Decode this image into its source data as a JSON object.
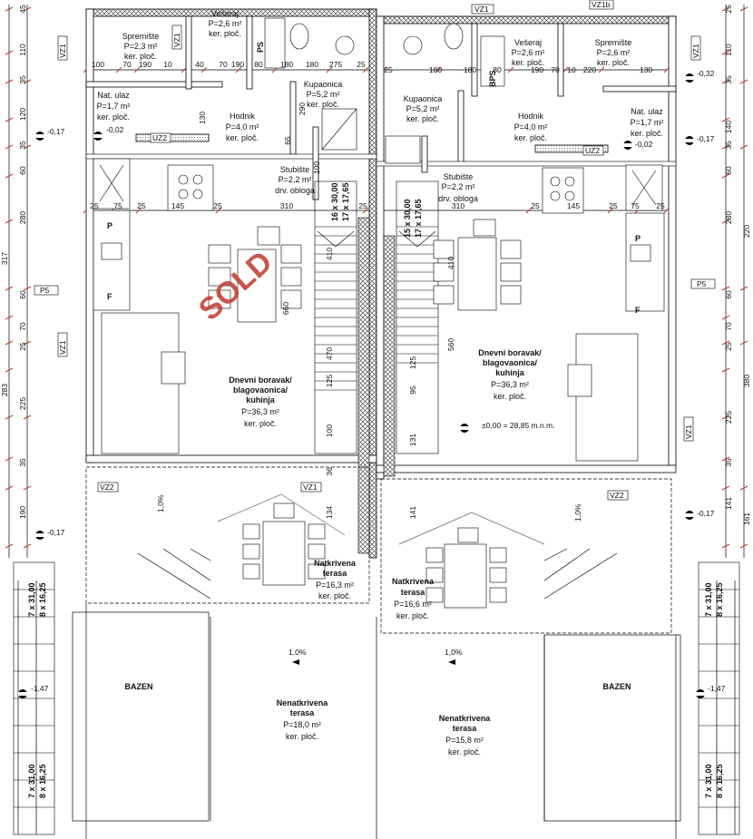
{
  "watermark": "SOLD",
  "level_main": "±0,00 = 28,85 m.n.m.",
  "rooms_left": {
    "spremiste": [
      "Spremište",
      "P=2,3 m²",
      "ker. ploč."
    ],
    "veseraj": [
      "Vešeraj",
      "P=2,6 m²",
      "ker. ploč."
    ],
    "kupaonica": [
      "Kupaonica",
      "P=5,2 m²",
      "ker. ploč."
    ],
    "nat_ulaz": [
      "Nat. ulaz",
      "P=1,7 m²",
      "ker. ploč."
    ],
    "hodnik": [
      "Hodnik",
      "P=4,0 m²",
      "ker. ploč."
    ],
    "stubiste": [
      "Stubište",
      "P=2,2 m²",
      "drv. obloga"
    ],
    "dnevni": [
      "Dnevni boravak/",
      "blagovaonica/",
      "kuhinja",
      "P=36,3 m²",
      "ker. ploč."
    ],
    "natkrivena": [
      "Natkrivena",
      "terasa",
      "P=16,3 m²",
      "ker. ploč."
    ],
    "bazen": "BAZEN",
    "nenatkrivena": [
      "Nenatkrivena",
      "terasa",
      "P=18,0 m²",
      "ker. ploč."
    ]
  },
  "rooms_right": {
    "veseraj": [
      "Vešeraj",
      "P=2,6 m²",
      "ker. ploč."
    ],
    "spremiste": [
      "Spremište",
      "P=2,6 m²",
      "ker. ploč."
    ],
    "kupaonica": [
      "Kupaonica",
      "P=5,2 m²",
      "ker. ploč."
    ],
    "hodnik": [
      "Hodnik",
      "P=4,0 m²",
      "ker. ploč."
    ],
    "nat_ulaz": [
      "Nat. ulaz",
      "P=1,7 m²",
      "ker. ploč."
    ],
    "stubiste": [
      "Stubište",
      "P=2,2 m²",
      "drv. obloga"
    ],
    "dnevni": [
      "Dnevni boravak/",
      "blagovaonica/",
      "kuhinja",
      "P=36,3 m²",
      "ker. ploč."
    ],
    "natkrivena": [
      "Natkrivena",
      "terasa",
      "P=16,6 m²",
      "ker. ploč."
    ],
    "bazen": "BAZEN",
    "nenatkrivena": [
      "Nenatkrivena",
      "terasa",
      "P=15,8 m²",
      "ker. ploč."
    ]
  },
  "levels": {
    "l1": "-0,17",
    "l2": "-0,02",
    "l3": "-0,17",
    "l4": "-0,32",
    "l5": "-0,02",
    "l6": "-0,17",
    "l7": "-0,17",
    "l8": "-1,47",
    "l9": "-1,47"
  },
  "tags": {
    "vz1": "VZ1",
    "vz1b": "VZ1b",
    "uz2": "UZ2",
    "vz2": "VZ2",
    "p5": "P5"
  },
  "stairs": {
    "left_a": "16 x 30,00",
    "left_b": "17 x 17,65",
    "right_a": "15 x 30,00",
    "right_b": "17 x 17,65",
    "side_a": "7 x 31,00",
    "side_b": "8 x 16,25"
  },
  "slope": "1,0%",
  "dims_left_col": [
    "45",
    "110",
    "35",
    "120",
    "35",
    "60",
    "280",
    "317",
    "60",
    "70",
    "25",
    "283",
    "225",
    "35",
    "190"
  ],
  "dims_right_col": [
    "25",
    "110",
    "35",
    "140",
    "35",
    "60",
    "280",
    "220",
    "60",
    "70",
    "25",
    "380",
    "225",
    "35",
    "141",
    "161"
  ],
  "dims_top_left": [
    "100",
    "70",
    "190",
    "10",
    "40",
    "70",
    "190",
    "80",
    "180",
    "180",
    "275",
    "25"
  ],
  "dims_top_right": [
    "25",
    "180",
    "180",
    "80",
    "190",
    "70",
    "10",
    "220",
    "130"
  ],
  "dims_row_left": [
    "25",
    "75",
    "25",
    "145",
    "25",
    "310",
    "25"
  ],
  "dims_row_right": [
    "310",
    "25",
    "145",
    "25",
    "75",
    "25"
  ],
  "dims_inner": [
    "660",
    "410",
    "470",
    "125",
    "100",
    "36",
    "134",
    "560",
    "95",
    "131",
    "141",
    "410",
    "125",
    "290",
    "130",
    "100",
    "65"
  ],
  "fixtures": {
    "fridge": "F",
    "plate": "P",
    "ps": "PS",
    "bps": "BPS"
  }
}
